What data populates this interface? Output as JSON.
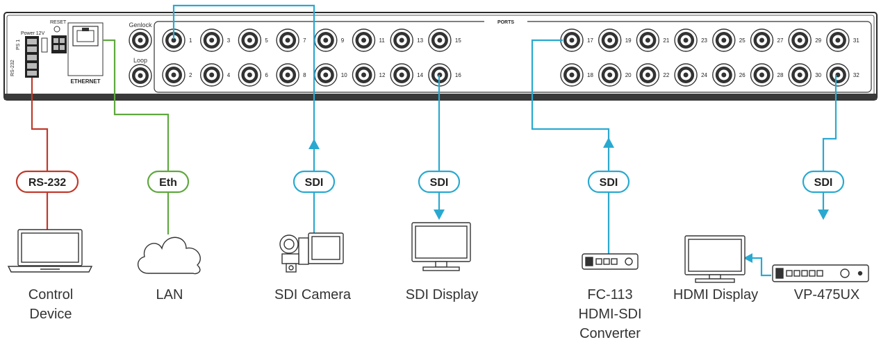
{
  "panel": {
    "ports_title": "PORTS",
    "reset": "RESET",
    "power": "Power 12V",
    "ps1": "PS 1",
    "ethernet": "ETHERNET",
    "rs232": "RS-232",
    "genlock": "Genlock",
    "loop": "Loop",
    "group1_top": [
      "1",
      "3",
      "5",
      "7",
      "9",
      "11",
      "13",
      "15"
    ],
    "group1_bottom": [
      "2",
      "4",
      "6",
      "8",
      "10",
      "12",
      "14",
      "16"
    ],
    "group2_top": [
      "17",
      "19",
      "21",
      "23",
      "25",
      "27",
      "29",
      "31"
    ],
    "group2_bottom": [
      "18",
      "20",
      "22",
      "24",
      "26",
      "28",
      "30",
      "32"
    ]
  },
  "colors": {
    "rs232": "#c0392b",
    "eth": "#5fa83f",
    "sdi": "#29a9d0"
  },
  "connections": [
    {
      "label": "RS-232",
      "device": [
        "Control",
        "Device"
      ],
      "icon": "laptop-icon"
    },
    {
      "label": "Eth",
      "device": [
        "LAN"
      ],
      "icon": "cloud-icon"
    },
    {
      "label": "SDI",
      "device": [
        "SDI Camera"
      ],
      "icon": "camera-icon"
    },
    {
      "label": "SDI",
      "device": [
        "SDI Display"
      ],
      "icon": "monitor-icon"
    },
    {
      "label": "SDI",
      "device": [
        "FC-113",
        "HDMI-SDI",
        "Converter"
      ],
      "icon": "converter-icon"
    },
    {
      "label": "SDI",
      "device": [
        "VP-475UX"
      ],
      "icon": "scaler-icon"
    }
  ],
  "hdmi_display": "HDMI Display"
}
